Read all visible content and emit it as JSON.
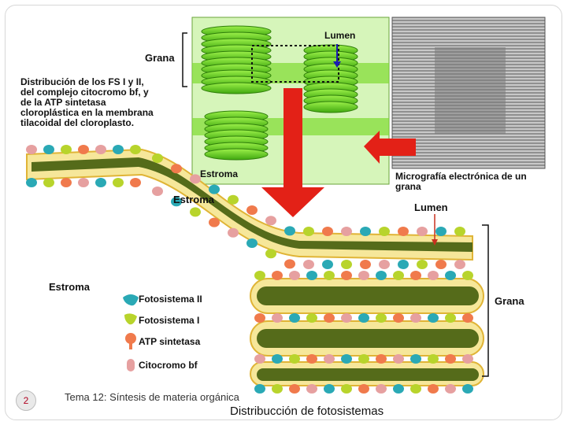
{
  "slide": {
    "number": "2",
    "footer_left": "Tema 12: Síntesis de materia orgánica",
    "footer_right": "Distribucción de fotosistemas"
  },
  "labels": {
    "grana_top": "Grana",
    "description": [
      "Distribución de los FS I y II,",
      "del complejo citocromo bf, y",
      "de la ATP sintetasa",
      "cloroplástica en la membrana",
      "tilacoidal del cloroplasto."
    ],
    "lumen_top": "Lumen",
    "estroma_photo": "Estroma",
    "micrograph_caption": [
      "Micrografía electrónica de un",
      "grana"
    ],
    "estroma_mid": "Estroma",
    "lumen_right": "Lumen",
    "estroma_left": "Estroma",
    "grana_right": "Grana"
  },
  "legend": [
    {
      "label": "Fotosistema II",
      "color": "#2aa9b5"
    },
    {
      "label": "Fotosistema I",
      "color": "#b8d42c"
    },
    {
      "label": "ATP sintetasa",
      "color": "#f07a4c"
    },
    {
      "label": "Citocromo bf",
      "color": "#e6a0a0"
    }
  ],
  "colors": {
    "membrane_dark": "#556b1a",
    "membrane_yellow": "#f2d84a",
    "grana_green": "#6ad21f",
    "arrow_red": "#e32117"
  }
}
